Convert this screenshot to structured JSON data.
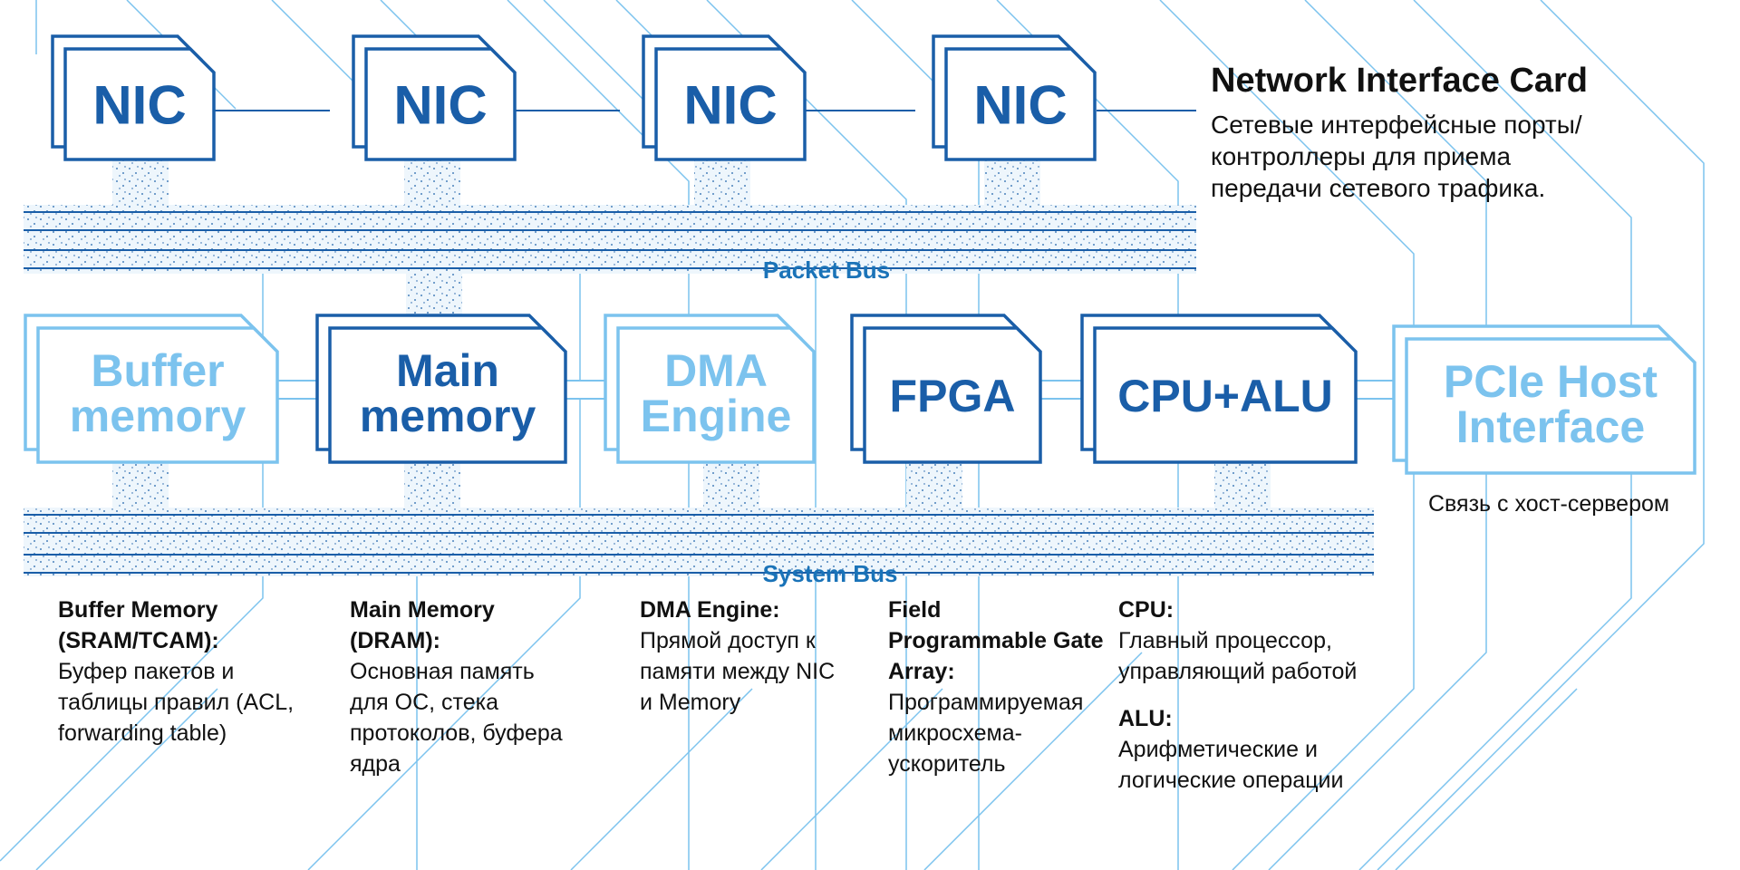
{
  "colors": {
    "dark": "#1a5ea8",
    "light": "#7cc3ee",
    "bus_fill": "#eef6fc",
    "dots": "#1a5ea8"
  },
  "nic": {
    "labels": [
      "NIC",
      "NIC",
      "NIC",
      "NIC"
    ],
    "title": "Network Interface Card",
    "description": "Сетевые интерфейсные порты/ контроллеры для приема передачи сетевого трафика."
  },
  "buses": {
    "packet": "Packet Bus",
    "system": "System Bus"
  },
  "modules": [
    {
      "id": "buffer",
      "line1": "Buffer",
      "line2": "memory",
      "tone": "light"
    },
    {
      "id": "main",
      "line1": "Main",
      "line2": "memory",
      "tone": "dark"
    },
    {
      "id": "dma",
      "line1": "DMA",
      "line2": "Engine",
      "tone": "light"
    },
    {
      "id": "fpga",
      "line1": "FPGA",
      "line2": "",
      "tone": "dark"
    },
    {
      "id": "cpu",
      "line1": "CPU+ALU",
      "line2": "",
      "tone": "dark"
    },
    {
      "id": "pcie",
      "line1": "PCIe Host",
      "line2": "Interface",
      "tone": "light"
    }
  ],
  "pcie_note": "Связь с хост-сервером",
  "notes": {
    "buffer": {
      "title": "Buffer Memory (SRAM/TCAM):",
      "text": "Буфер пакетов и таблицы правил (ACL, forwarding table)"
    },
    "main": {
      "title": "Main Memory (DRAM):",
      "text": "Основная память для ОС, стека протоколов, буфера ядра"
    },
    "dma": {
      "title": "DMA Engine:",
      "text": "Прямой доступ к памяти между NIC и Memory"
    },
    "fpga": {
      "title": "Field Programmable Gate Array:",
      "text": "Программируемая микросхема-ускоритель"
    },
    "cpu": {
      "title": "CPU:",
      "text": "Главный процессор, управляющий работой"
    },
    "alu": {
      "title": "ALU:",
      "text": "Арифметические и логические операции"
    }
  }
}
